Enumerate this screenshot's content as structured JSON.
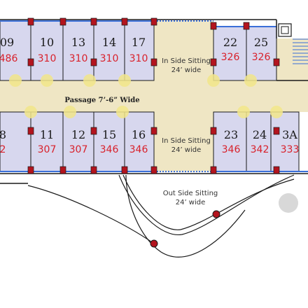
{
  "top_shops": [
    {
      "number": "09",
      "area": "486"
    },
    {
      "number": "10",
      "area": "310"
    },
    {
      "number": "13",
      "area": "310"
    },
    {
      "number": "14",
      "area": "310"
    },
    {
      "number": "17",
      "area": "310"
    },
    {
      "number": "22",
      "area": "326"
    },
    {
      "number": "25",
      "area": "326"
    }
  ],
  "bottom_shops": [
    {
      "number": "8",
      "area": "2"
    },
    {
      "number": "11",
      "area": "307"
    },
    {
      "number": "12",
      "area": "307"
    },
    {
      "number": "15",
      "area": "346"
    },
    {
      "number": "16",
      "area": "346"
    },
    {
      "number": "23",
      "area": "346"
    },
    {
      "number": "24",
      "area": "342"
    },
    {
      "number": "3A",
      "area": "333"
    }
  ],
  "labels": {
    "passage": "Passage 7’-6” Wide",
    "in_side_top_1": "In Side Sitting",
    "in_side_top_2": "24’ wide",
    "in_side_bottom_1": "In Side Sitting",
    "in_side_bottom_2": "24’ wide",
    "out_side_1": "Out Side Sitting",
    "out_side_2": "24’ wide"
  },
  "colors": {
    "shop_fill": "#d7d7ee",
    "corridor_fill": "#efe6c4",
    "column": "#b3141e",
    "glass": "#3a6fd8",
    "wall": "#1a1a1a",
    "area_text": "#d8212b"
  }
}
